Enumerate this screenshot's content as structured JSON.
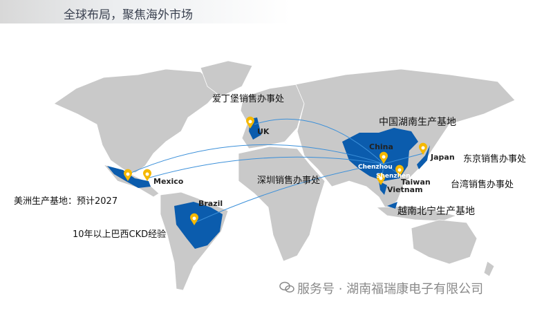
{
  "header": {
    "title": "全球布局，聚焦海外市场"
  },
  "colors": {
    "land": "#c9c9c9",
    "highlight": "#0b5cad",
    "route": "#3a8fd9",
    "pin": "#f5b800"
  },
  "labels": {
    "edinburgh_office": "爱丁堡销售办事处",
    "uk": "UK",
    "hunan_base": "中国湖南生产基地",
    "china": "China",
    "japan": "Japan",
    "tokyo_office": "东京销售办事处",
    "chenzhou": "Chenzhou",
    "shenzhen": "Shenzhen",
    "taiwan": "Taiwan",
    "vietnam": "Vietnam",
    "taiwan_office": "台湾销售办事处",
    "shenzhen_office": "深圳销售办事处",
    "vietnam_base": "越南北宁生产基地",
    "mexico": "Mexico",
    "americas_base": "美洲生产基地：预计2027",
    "brazil": "Brazil",
    "brazil_ckd": "10年以上巴西CKD经验"
  },
  "watermark": {
    "text": "服务号 · 湖南福瑞康电子有限公司",
    "icon": "wechat-icon"
  }
}
